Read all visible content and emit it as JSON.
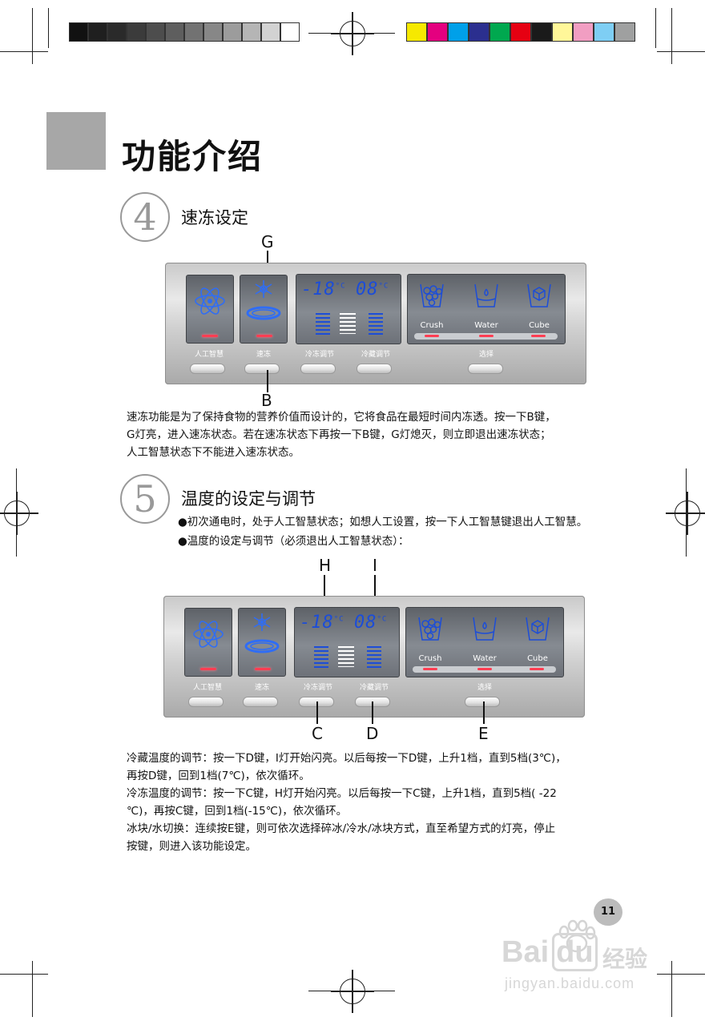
{
  "page": {
    "title": "功能介绍",
    "page_number": "11"
  },
  "colors": {
    "heading_block": "#a7a7a7",
    "lcd_blue": "#1c4dd8",
    "indicator_red": "#ff3d52"
  },
  "color_bar": {
    "gray": [
      "#111111",
      "#1f1f1f",
      "#2a2a2a",
      "#3b3b3b",
      "#4d4d4d",
      "#5e5e5e",
      "#727272",
      "#878787",
      "#9c9c9c",
      "#b5b5b5",
      "#d2d2d2",
      "#ffffff"
    ],
    "color": [
      "#f6e900",
      "#e4007f",
      "#00a0e9",
      "#2b2f8f",
      "#00a84f",
      "#e60012",
      "#1a1a1a",
      "#fff799",
      "#f19ec2",
      "#7ecef4",
      "#9fa0a0"
    ]
  },
  "section4": {
    "number": "4",
    "title": "速冻设定",
    "callout_top": "G",
    "callout_bottom": "B",
    "description": [
      "速冻功能是为了保持食物的营养价值而设计的，它将食品在最短时间内冻透。按一下B键，",
      "G灯亮，进入速冻状态。若在速冻状态下再按一下B键，G灯熄灭，则立即退出速冻状态；",
      "人工智慧状态下不能进入速冻状态。"
    ]
  },
  "section5": {
    "number": "5",
    "title": "温度的设定与调节",
    "bullets": [
      "●初次通电时，处于人工智慧状态；如想人工设置，按一下人工智慧键退出人工智慧。",
      "●温度的设定与调节（必须退出人工智慧状态）："
    ],
    "callouts_top": [
      "H",
      "I"
    ],
    "callouts_bottom": [
      "C",
      "D",
      "E"
    ],
    "description": [
      "冷藏温度的调节：按一下D键，I灯开始闪亮。以后每按一下D键，上升1档，直到5档(3℃)，",
      "再按D键，回到1档(7℃)，依次循环。",
      "冷冻温度的调节：按一下C键，H灯开始闪亮。以后每按一下C键，上升1档，直到5档( -22",
      "℃)，再按C键，回到1档(-15℃)，依次循环。",
      "冰块/水切换：连续按E键，则可依次选择碎冰/冷水/冰块方式，直至希望方式的灯亮，停止",
      "按键，则进入该功能设定。"
    ]
  },
  "panel": {
    "freezer_temp": "-18",
    "fridge_temp": "08",
    "unit": "°C",
    "dispenser_labels": [
      "Crush",
      "Water",
      "Cube"
    ],
    "button_labels": [
      "人工智慧",
      "速冻",
      "冷冻调节",
      "冷藏调节",
      "选择"
    ],
    "icons": [
      "atom-icon",
      "snowflake-icon",
      "crushed-ice-icon",
      "water-glass-icon",
      "ice-cube-icon"
    ]
  },
  "watermark": {
    "brand": "Bai",
    "brand2": "du",
    "product": "经验",
    "url": "jingyan.baidu.com"
  }
}
